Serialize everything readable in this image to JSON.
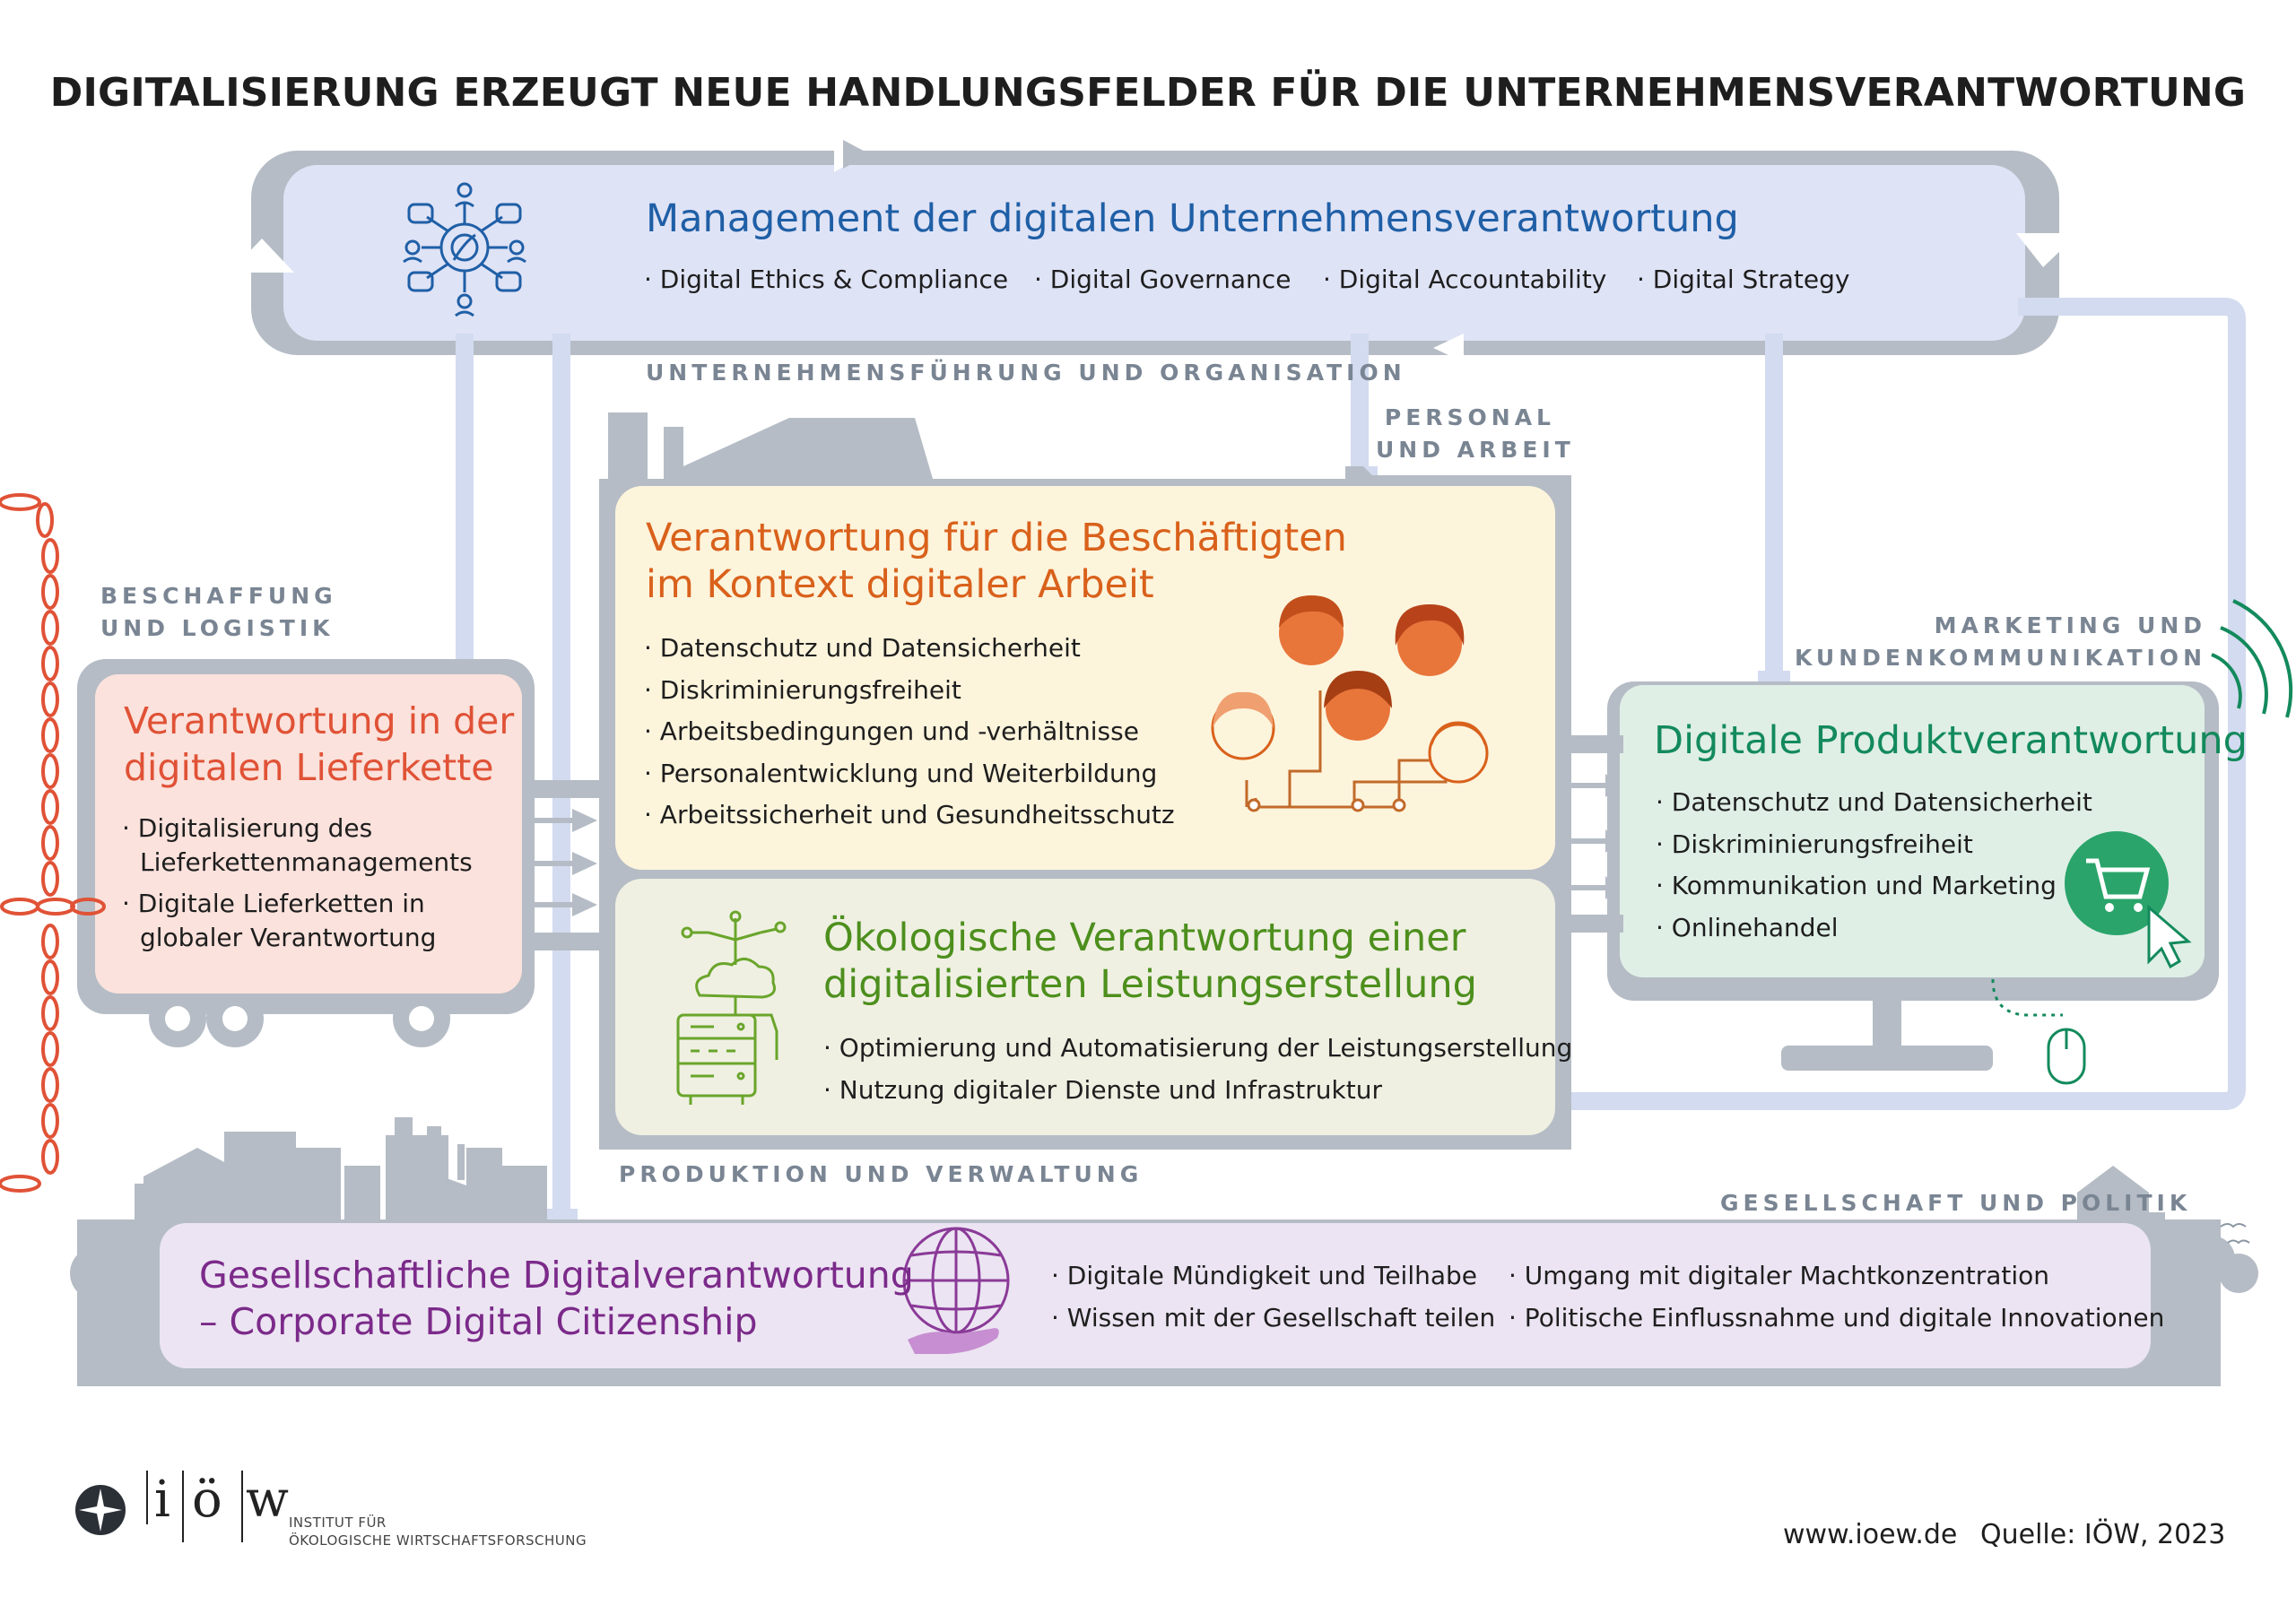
{
  "title": "DIGITALISIERUNG ERZEUGT NEUE HANDLUNGSFELDER FÜR DIE UNTERNEHMENSVERANTWORTUNG",
  "management": {
    "heading": "Management der digitalen Unternehmensverantwortung",
    "items": [
      "· Digital Ethics & Compliance",
      "· Digital Governance",
      "· Digital Accountability",
      "· Digital Strategy"
    ],
    "label": "UNTERNEHMENSFÜHRUNG UND ORGANISATION"
  },
  "personal": {
    "label_line1": "PERSONAL",
    "label_line2": "UND ARBEIT",
    "heading_line1": "Verantwortung für die Beschäftigten",
    "heading_line2": "im Kontext digitaler Arbeit",
    "items": [
      "· Datenschutz und Datensicherheit",
      "· Diskriminierungsfreiheit",
      "· Arbeitsbedingungen und -verhältnisse",
      "· Personalentwicklung und Weiterbildung",
      "· Arbeitssicherheit und Gesundheitsschutz"
    ]
  },
  "beschaffung": {
    "label_line1": "BESCHAFFUNG",
    "label_line2": "UND LOGISTIK",
    "heading_line1": "Verantwortung in der",
    "heading_line2": "digitalen Lieferkette",
    "items": [
      "· Digitalisierung des",
      "Lieferkettenmanagements",
      "· Digitale Lieferketten in",
      "globaler Verantwortung"
    ]
  },
  "marketing": {
    "label_line1": "MARKETING UND",
    "label_line2": "KUNDENKOMMUNIKATION",
    "heading": "Digitale Produktverantwortung",
    "items": [
      "· Datenschutz und Datensicherheit",
      "· Diskriminierungsfreiheit",
      "· Kommunikation und Marketing",
      "· Onlinehandel"
    ]
  },
  "produktion": {
    "label": "PRODUKTION UND VERWALTUNG",
    "heading_line1": "Ökologische Verantwortung einer",
    "heading_line2": "digitalisierten Leistungserstellung",
    "items": [
      "· Optimierung und Automatisierung der Leistungserstellung",
      "· Nutzung digitaler Dienste und Infrastruktur"
    ]
  },
  "gesellschaft": {
    "label": "GESELLSCHAFT UND POLITIK",
    "heading_line1": "Gesellschaftliche Digitalverantwortung",
    "heading_line2": "– Corporate Digital Citizenship",
    "items_left": [
      "· Digitale Mündigkeit und Teilhabe",
      "· Wissen mit der Gesellschaft teilen"
    ],
    "items_right": [
      "· Umgang mit digitaler Machtkonzentration",
      "· Politische Einflussnahme und digitale Innovationen"
    ]
  },
  "logo": {
    "letters": [
      "i",
      "ö",
      "w"
    ],
    "institute_line1": "INSTITUT FÜR",
    "institute_line2": "ÖKOLOGISCHE WIRTSCHAFTSFORSCHUNG"
  },
  "footer": {
    "url": "www.ioew.de",
    "source": "Quelle: IÖW, 2023"
  },
  "colors": {
    "frame_gray": "#b5bcc5",
    "connector_lavender": "#d3dbf0",
    "management_bg": "#dfe3f6",
    "personal_bg": "#fdf4dc",
    "produktion_bg": "#eff0e2",
    "beschaffung_bg": "#fbe2dc",
    "marketing_bg": "#dfefe6",
    "gesellschaft_bg": "#ece4f2"
  }
}
